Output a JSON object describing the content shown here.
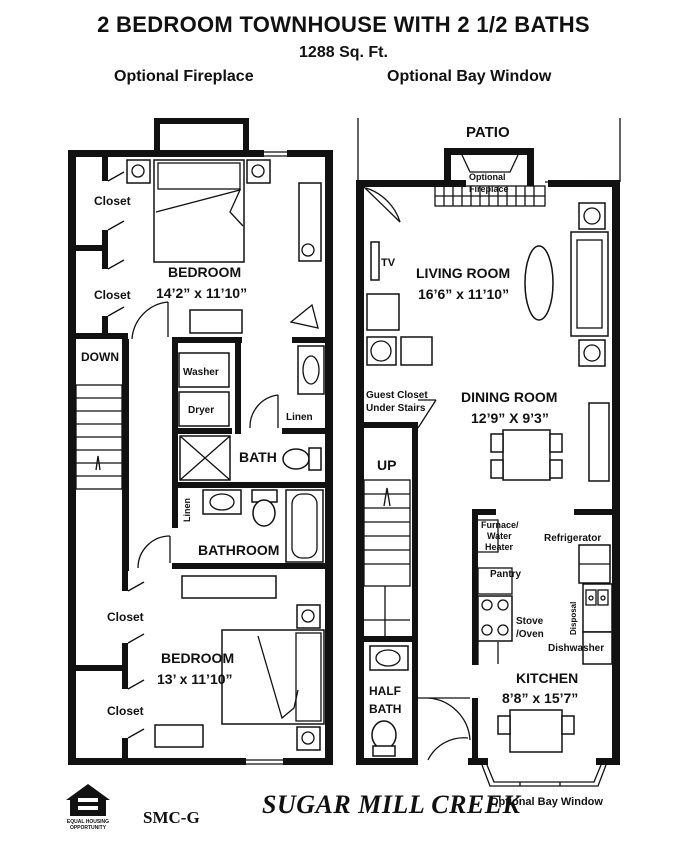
{
  "header": {
    "title": "2 BEDROOM TOWNHOUSE WITH 2 1/2 BATHS",
    "sqft": "1288 Sq. Ft.",
    "left_option": "Optional Fireplace",
    "right_option": "Optional Bay Window"
  },
  "upper_floor": {
    "closet_1": "Closet",
    "closet_2": "Closet",
    "bedroom_1_name": "BEDROOM",
    "bedroom_1_dims": "14’2” x 11’10”",
    "down": "DOWN",
    "washer": "Washer",
    "dryer": "Dryer",
    "linen_1": "Linen",
    "bath": "BATH",
    "linen_2": "Linen",
    "bathroom": "BATHROOM",
    "closet_3": "Closet",
    "closet_4": "Closet",
    "bedroom_2_name": "BEDROOM",
    "bedroom_2_dims": "13’ x 11’10”"
  },
  "lower_floor": {
    "patio": "PATIO",
    "fireplace_1": "Optional",
    "fireplace_2": "Fireplace",
    "tv": "TV",
    "living_name": "LIVING ROOM",
    "living_dims": "16’6” x 11’10”",
    "guest_closet_1": "Guest Closet",
    "guest_closet_2": "Under Stairs",
    "dining_name": "DINING ROOM",
    "dining_dims": "12’9” X 9’3”",
    "up": "UP",
    "furnace_1": "Furnace/",
    "furnace_2": "Water",
    "furnace_3": "Heater",
    "refrigerator": "Refrigerator",
    "pantry": "Pantry",
    "stove_1": "Stove",
    "stove_2": "/Oven",
    "disposal": "Disposal",
    "dishwasher": "Dishwasher",
    "half_bath_1": "HALF",
    "half_bath_2": "BATH",
    "kitchen_name": "KITCHEN",
    "kitchen_dims": "8’8” x 15’7”"
  },
  "footer": {
    "equal_housing": "EQUAL HOUSING OPPORTUNITY",
    "code": "SMC-G",
    "logo": "SUGAR MILL CREEK",
    "bay_window": "Optional Bay Window"
  }
}
